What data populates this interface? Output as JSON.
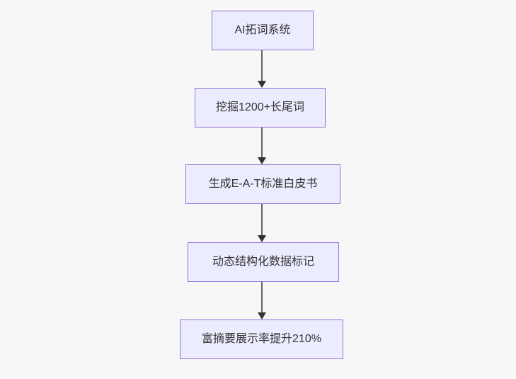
{
  "diagram": {
    "type": "flowchart",
    "direction": "top-down",
    "nodes": [
      {
        "id": "n1",
        "label": "AI拓词系统"
      },
      {
        "id": "n2",
        "label": "挖掘1200+长尾词"
      },
      {
        "id": "n3",
        "label": "生成E-A-T标准白皮书"
      },
      {
        "id": "n4",
        "label": "动态结构化数据标记"
      },
      {
        "id": "n5",
        "label": "富摘要展示率提升210%"
      }
    ],
    "edges": [
      {
        "from": "n1",
        "to": "n2"
      },
      {
        "from": "n2",
        "to": "n3"
      },
      {
        "from": "n3",
        "to": "n4"
      },
      {
        "from": "n4",
        "to": "n5"
      }
    ],
    "colors": {
      "node_fill": "#ECECFF",
      "node_border": "#9370DB",
      "text": "#333333",
      "edge_line": "#666666",
      "arrowhead": "#333333",
      "background": "#f7f7f7"
    }
  }
}
